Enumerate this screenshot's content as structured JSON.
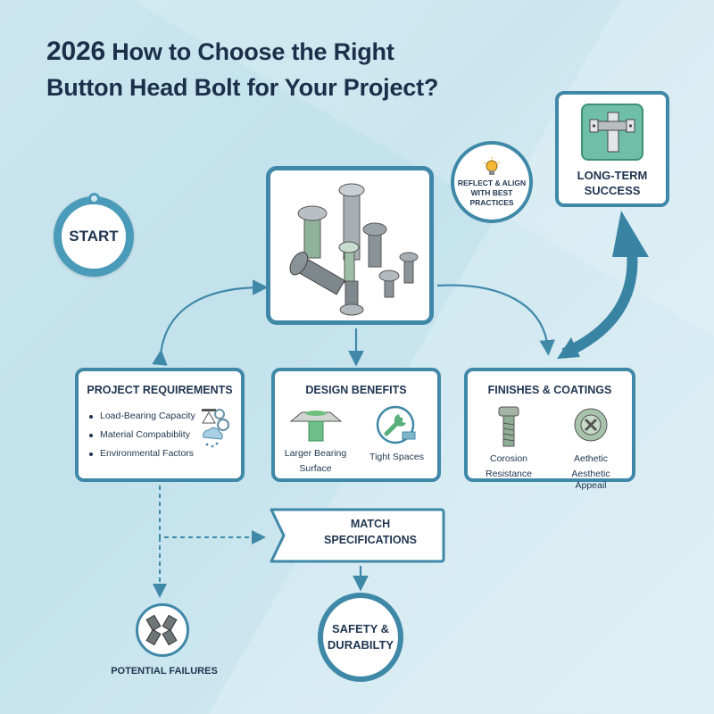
{
  "title": {
    "year": "2026",
    "line1_rest": " How to Choose the Right",
    "line2": "Button Head Bolt for Your Project?"
  },
  "colors": {
    "accent": "#3f88a8",
    "text": "#1f3550",
    "background": "#c8e4ee",
    "green": "#6fbfa6"
  },
  "start": {
    "label": "START"
  },
  "hero": {
    "image_alt": "button-head-bolts-assortment"
  },
  "reflect": {
    "icon": "lightbulb-icon",
    "line1": "REFLECT & ALIGN",
    "line2": "WITH BEST",
    "line3": "PRACTICES"
  },
  "success": {
    "icon": "bracket-bolt-icon",
    "line1": "LONG-TERM",
    "line2": "SUCCESS"
  },
  "requirements": {
    "title": "PROJECT REQUIREMENTS",
    "items": [
      "Load-Bearing Capacity",
      "Material Compabiblity",
      "Environmental Factors"
    ],
    "icon": "load-gear-cloud-icon"
  },
  "design": {
    "title": "DESIGN BENEFITS",
    "items": [
      {
        "icon": "bearing-surface-icon",
        "line1": "Larger Bearing",
        "line2": "Surface"
      },
      {
        "icon": "wrench-icon",
        "line1": "Tight Spaces",
        "line2": ""
      }
    ]
  },
  "finishes": {
    "title": "FINISHES & COATINGS",
    "items": [
      {
        "icon": "bolt-icon",
        "line1": "Corosion",
        "line2": "Resistance"
      },
      {
        "icon": "phillips-head-icon",
        "line1": "Aethetic",
        "line2": "Aesthetic Appeail"
      }
    ]
  },
  "match": {
    "line1": "MATCH",
    "line2": "SPECIFICATIONS"
  },
  "failures": {
    "icon": "broken-bolts-icon",
    "label": "POTENTIAL FAILURES"
  },
  "safety": {
    "line1": "SAFETY &",
    "line2": "DURABILTY"
  }
}
